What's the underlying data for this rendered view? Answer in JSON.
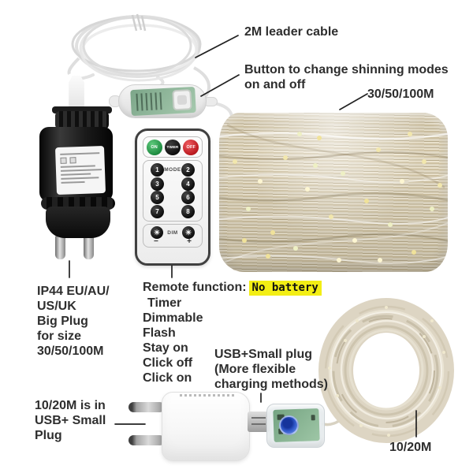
{
  "annotations": {
    "leader_cable": "2M leader cable",
    "mode_button": [
      "Button to change shinning modes",
      "on and off"
    ],
    "big_coil_length": "30/50/100M",
    "plug_spec": [
      "IP44 EU/AU/",
      "US/UK",
      "Big Plug",
      "for size",
      "30/50/100M"
    ],
    "remote_function_label": "Remote function:",
    "no_battery": "No battery",
    "remote_functions": [
      "Timer",
      "Dimmable",
      "Flash",
      "Stay on",
      "Click off",
      "Click on"
    ],
    "usb_plug": [
      "USB+Small plug",
      "(More flexible",
      "charging methods)"
    ],
    "small_coil_note": [
      "10/20M is in",
      "USB+ Small",
      "Plug"
    ],
    "small_coil_length": "10/20M"
  },
  "remote": {
    "power_buttons": [
      {
        "label": "ON",
        "color": "#2fa24f"
      },
      {
        "label": "TIMER",
        "color": "#161616"
      },
      {
        "label": "OFF",
        "color": "#cf2127"
      }
    ],
    "mode_label": "MODE",
    "digits": [
      "1",
      "2",
      "3",
      "4",
      "5",
      "6",
      "7",
      "8"
    ],
    "dim_label": "DIM",
    "dim_minus": "−",
    "dim_plus": "+",
    "sun_icon": "☀"
  },
  "colors": {
    "highlight_yellow": "#f3ee15",
    "annotation_text": "#2e2e2e",
    "coil_wire": "#d9cdaf",
    "pcb_green": "#84ad8e",
    "usb_button_blue": "#2b50c8",
    "leader_line": "#222222"
  }
}
